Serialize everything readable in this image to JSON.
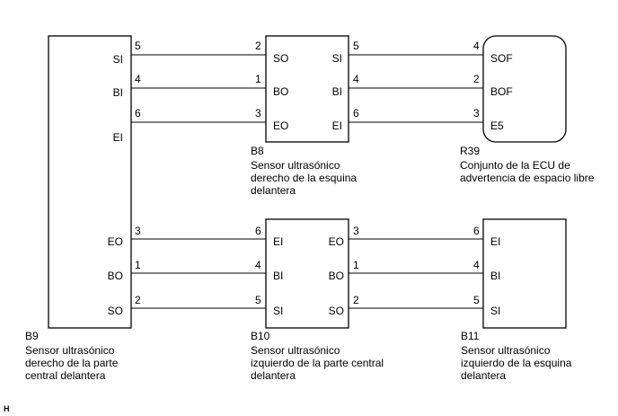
{
  "figure_code": "H",
  "components": {
    "b9": {
      "code": "B9",
      "desc": [
        "Sensor ultrasónico",
        "derecho de la parte",
        "central delantera"
      ],
      "pins": [
        "SI",
        "BI",
        "EI",
        "EO",
        "BO",
        "SO"
      ]
    },
    "b8": {
      "code": "B8",
      "desc": [
        "Sensor ultrasónico",
        "derecho de la esquina",
        "delantera"
      ],
      "left_pins": [
        "SO",
        "BO",
        "EO"
      ],
      "right_pins": [
        "SI",
        "BI",
        "EI"
      ]
    },
    "r39": {
      "code": "R39",
      "desc": [
        "Conjunto de la ECU de",
        "advertencia de espacio libre"
      ],
      "pins": [
        "SOF",
        "BOF",
        "E5"
      ]
    },
    "b10": {
      "code": "B10",
      "desc": [
        "Sensor ultrasónico",
        "izquierdo de la parte central",
        "delantera"
      ],
      "left_pins": [
        "EI",
        "BI",
        "SI"
      ],
      "right_pins": [
        "EO",
        "BO",
        "SO"
      ]
    },
    "b11": {
      "code": "B11",
      "desc": [
        "Sensor ultrasónico",
        "izquierdo de la esquina",
        "delantera"
      ],
      "pins": [
        "EI",
        "BI",
        "SI"
      ]
    }
  },
  "wires": {
    "b9_b8": [
      {
        "from": "5",
        "to": "2"
      },
      {
        "from": "4",
        "to": "1"
      },
      {
        "from": "6",
        "to": "3"
      }
    ],
    "b8_r39": [
      {
        "from": "5",
        "to": "4"
      },
      {
        "from": "4",
        "to": "2"
      },
      {
        "from": "6",
        "to": "3"
      }
    ],
    "b9_b10": [
      {
        "from": "3",
        "to": "6"
      },
      {
        "from": "1",
        "to": "4"
      },
      {
        "from": "2",
        "to": "5"
      }
    ],
    "b10_b11": [
      {
        "from": "3",
        "to": "6"
      },
      {
        "from": "1",
        "to": "4"
      },
      {
        "from": "2",
        "to": "5"
      }
    ]
  }
}
